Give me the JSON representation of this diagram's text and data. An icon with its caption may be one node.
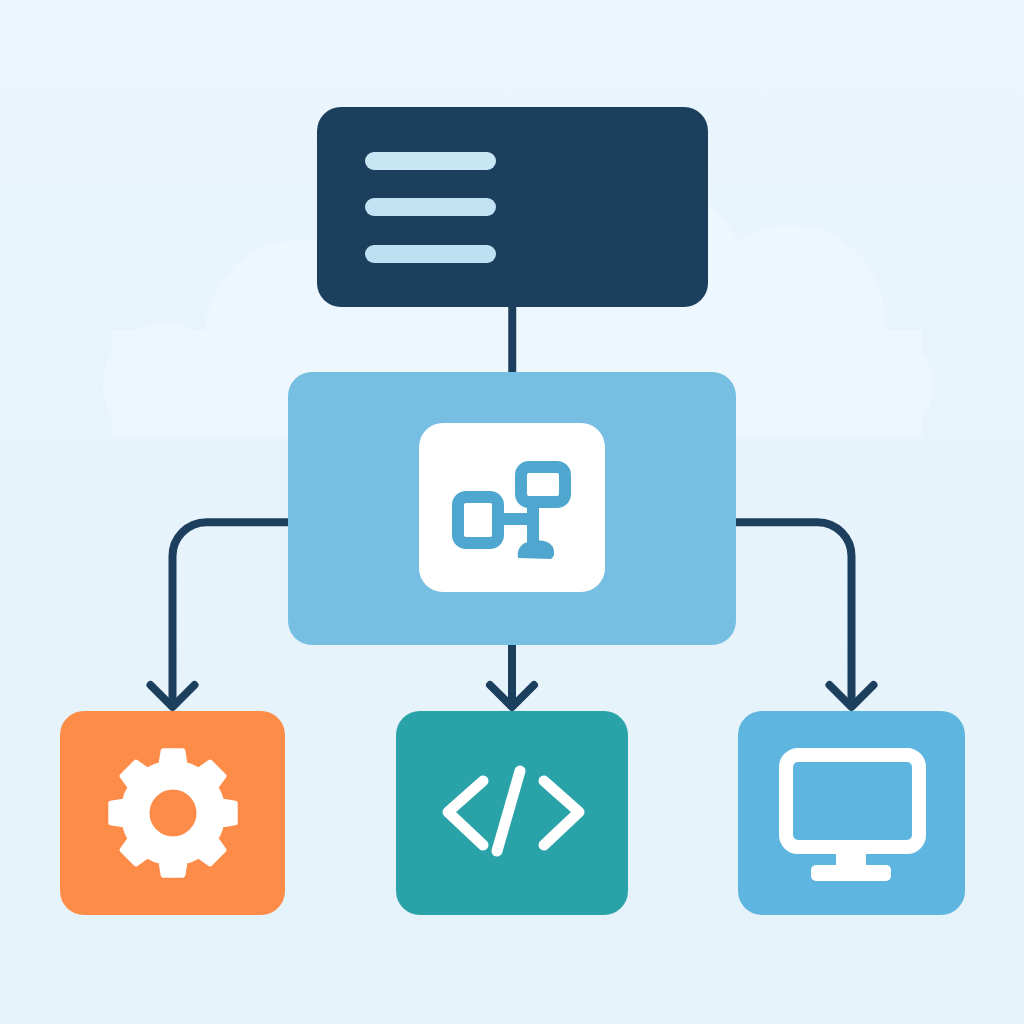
{
  "diagram": {
    "nodes": [
      {
        "text": [],
        "shape": "box"
      },
      {
        "text": [],
        "shape": "box"
      },
      {
        "text": [],
        "shape": "box"
      },
      {
        "text": [],
        "shape": "box"
      },
      {
        "text": [],
        "shape": "box"
      }
    ],
    "edges": [
      {
        "from": 0,
        "to": 1,
        "arrow": "none"
      },
      {
        "from": 1,
        "to": 2,
        "arrow": "to"
      },
      {
        "from": 1,
        "to": 3,
        "arrow": "to"
      },
      {
        "from": 1,
        "to": 4,
        "arrow": "to"
      }
    ]
  }
}
